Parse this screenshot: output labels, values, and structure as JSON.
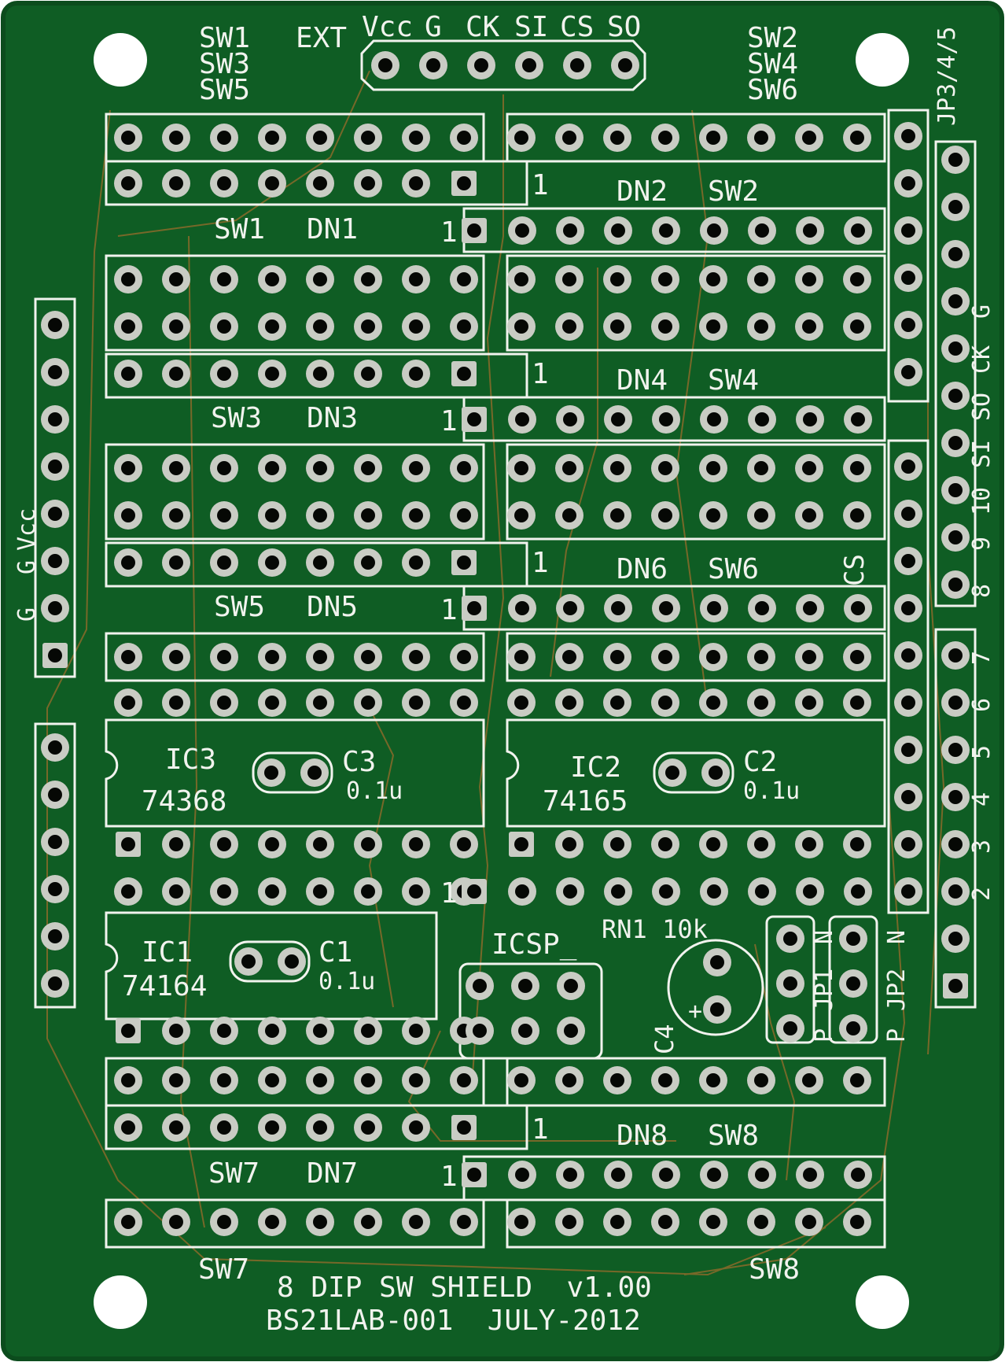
{
  "colors": {
    "board": "#0f5d24",
    "board_edge": "#0c4c1d",
    "silk": "#f1f3ee",
    "pad": "#c9ccc4",
    "hole": "#060805",
    "trace": "#8a6a2a"
  },
  "board": {
    "top_header_labels": [
      "EXT",
      "Vcc",
      "G",
      "CK",
      "SI",
      "CS",
      "SO"
    ],
    "sw_group_left": [
      "SW1",
      "SW3",
      "SW5"
    ],
    "sw_group_right": [
      "SW2",
      "SW4",
      "SW6"
    ],
    "jp345": "JP3/4/5",
    "right_vertical_labels": [
      "G",
      "CK",
      "SO",
      "SI",
      "10",
      "9",
      "8",
      "7",
      "6",
      "5",
      "4",
      "3",
      "2"
    ],
    "left_header_labels": [
      "Vcc",
      "G",
      "G"
    ],
    "row_labels": {
      "sw1": "SW1",
      "dn1": "DN1",
      "dn2": "DN2",
      "sw2": "SW2",
      "sw3": "SW3",
      "dn3": "DN3",
      "dn4": "DN4",
      "sw4": "SW4",
      "sw5": "SW5",
      "dn5": "DN5",
      "dn6": "DN6",
      "sw6": "SW6",
      "cs": "CS",
      "sw7": "SW7",
      "dn7": "DN7",
      "dn8": "DN8",
      "sw8": "SW8",
      "sw7_bottom": "SW7",
      "sw8_bottom": "SW8",
      "pin1": "1"
    },
    "ic3": {
      "ref": "IC3",
      "part": "74368"
    },
    "c3": {
      "ref": "C3",
      "value": "0.1u"
    },
    "ic2": {
      "ref": "IC2",
      "part": "74165"
    },
    "c2": {
      "ref": "C2",
      "value": "0.1u"
    },
    "ic1": {
      "ref": "IC1",
      "part": "74164"
    },
    "c1": {
      "ref": "C1",
      "value": "0.1u"
    },
    "icsp": "ICSP_",
    "rn1": "RN1 10k",
    "c4": "C4",
    "c4_plus": "+",
    "jp1": {
      "ref": "JP1",
      "top": "N",
      "bottom": "P"
    },
    "jp2": {
      "ref": "JP2",
      "top": "N",
      "bottom": "P"
    },
    "footer_line1": "8 DIP SW SHIELD  v1.00",
    "footer_line2": "BS21LAB-001  JULY-2012"
  }
}
